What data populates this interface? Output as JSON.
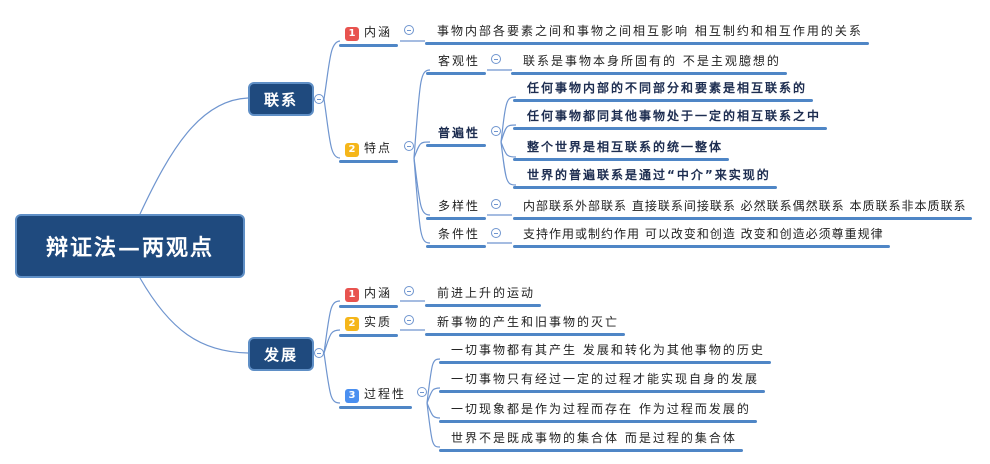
{
  "root": "辩证法—两观点",
  "colors": {
    "node_bg": "#1f4a7e",
    "line": "#4f86c6",
    "badge1": "#e8534f",
    "badge2": "#f5b61a",
    "badge3": "#4a8ff0"
  },
  "lianxi": {
    "label": "联系",
    "neihan": {
      "num": "1",
      "label": "内涵",
      "text": "事物内部各要素之间和事物之间相互影响 相互制约和相互作用的关系"
    },
    "tedian": {
      "num": "2",
      "label": "特点",
      "keguanxing": {
        "label": "客观性",
        "text": "联系是事物本身所固有的 不是主观臆想的"
      },
      "pubianxing": {
        "label": "普遍性",
        "items": [
          "任何事物内部的不同部分和要素是相互联系的",
          "任何事物都同其他事物处于一定的相互联系之中",
          "整个世界是相互联系的统一整体",
          "世界的普遍联系是通过“中介”来实现的"
        ]
      },
      "duoyangxing": {
        "label": "多样性",
        "text": "内部联系外部联系 直接联系间接联系 必然联系偶然联系 本质联系非本质联系"
      },
      "tiaojianxing": {
        "label": "条件性",
        "text": "支持作用或制约作用 可以改变和创造 改变和创造必须尊重规律"
      }
    }
  },
  "fazhan": {
    "label": "发展",
    "neihan": {
      "num": "1",
      "label": "内涵",
      "text": "前进上升的运动"
    },
    "shizhi": {
      "num": "2",
      "label": "实质",
      "text": "新事物的产生和旧事物的灭亡"
    },
    "guochengxing": {
      "num": "3",
      "label": "过程性",
      "items": [
        "一切事物都有其产生 发展和转化为其他事物的历史",
        "一切事物只有经过一定的过程才能实现自身的发展",
        "一切现象都是作为过程而存在 作为过程而发展的",
        "世界不是既成事物的集合体 而是过程的集合体"
      ]
    }
  }
}
